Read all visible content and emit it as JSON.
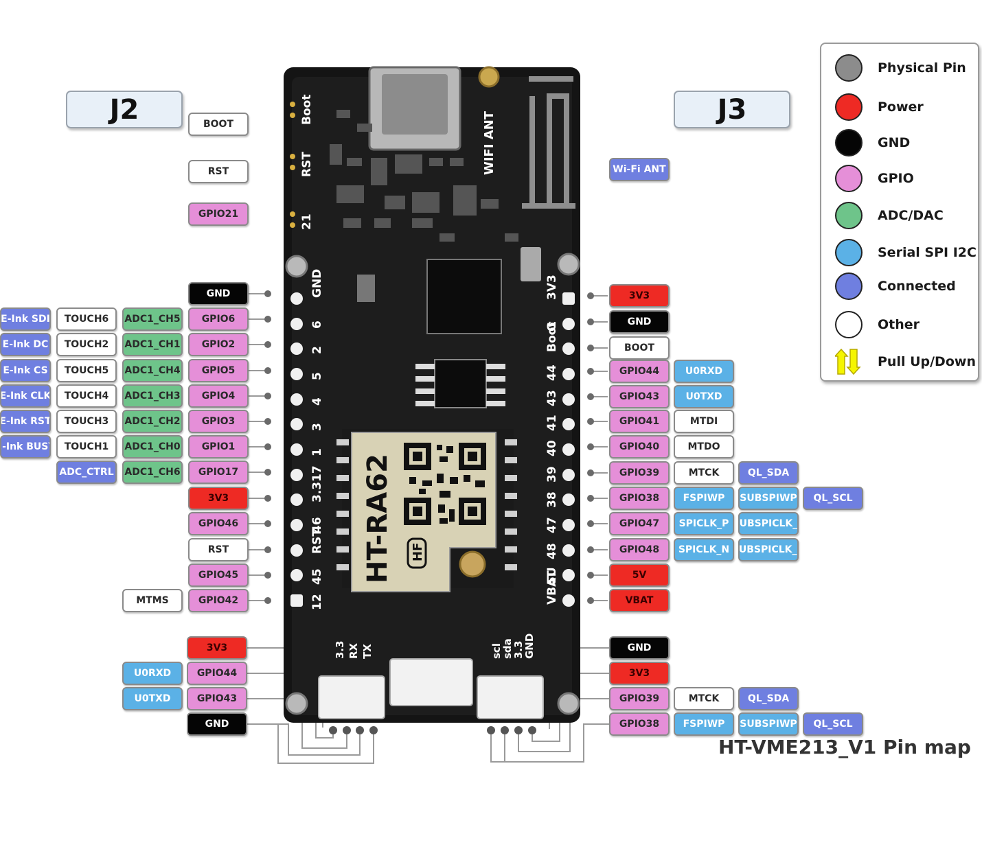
{
  "title": "HT-VME213_V1 Pin map",
  "headers": {
    "left": "J2",
    "right": "J3"
  },
  "colors": {
    "physical": "#8c8c8c",
    "power": "#ee2a24",
    "gnd": "#050505",
    "gpio": "#e58fd8",
    "adc": "#6ec48a",
    "serial": "#5bb1e6",
    "connected": "#6f7fe0",
    "other": "#ffffff",
    "pull": "#f5f500"
  },
  "legend": [
    {
      "key": "physical",
      "label": "Physical Pin"
    },
    {
      "key": "power",
      "label": "Power"
    },
    {
      "key": "gnd",
      "label": "GND"
    },
    {
      "key": "gpio",
      "label": "GPIO"
    },
    {
      "key": "adc",
      "label": "ADC/DAC"
    },
    {
      "key": "serial",
      "label": "Serial SPI I2C"
    },
    {
      "key": "connected",
      "label": "Connected"
    },
    {
      "key": "other",
      "label": "Other"
    },
    {
      "key": "pull",
      "label": "Pull Up/Down",
      "icon": "pull-up-down-arrows-icon"
    }
  ],
  "board": {
    "module_name": "HT-RA62",
    "module_badge": "HF",
    "antenna_label": "WIFI ANT",
    "top_left_silk": [
      "Boot",
      "RST",
      "21"
    ],
    "left_header_silk": [
      "GND",
      "6",
      "2",
      "5",
      "4",
      "3",
      "1",
      "17",
      "3.3",
      "46",
      "RST",
      "45",
      "12"
    ],
    "right_header_silk": [
      "3V3",
      "G",
      "Boot",
      "44",
      "43",
      "41",
      "40",
      "39",
      "38",
      "47",
      "48",
      "5U",
      "VBAT"
    ],
    "bottom_left_connector_silk": [
      "3.3",
      "RX",
      "TX"
    ],
    "bottom_right_connector_silk": [
      "scl",
      "sda",
      "3.3",
      "GND"
    ]
  },
  "top_left_pins": [
    [
      "BOOT"
    ],
    [
      "RST"
    ],
    [
      "GPIO21"
    ]
  ],
  "j2_pins": [
    [
      "GND"
    ],
    [
      "E-Ink SDI",
      "TOUCH6",
      "ADC1_CH5",
      "GPIO6"
    ],
    [
      "E-Ink DC",
      "TOUCH2",
      "ADC1_CH1",
      "GPIO2"
    ],
    [
      "E-Ink CS",
      "TOUCH5",
      "ADC1_CH4",
      "GPIO5"
    ],
    [
      "E-Ink CLK",
      "TOUCH4",
      "ADC1_CH3",
      "GPIO4"
    ],
    [
      "E-Ink RST",
      "TOUCH3",
      "ADC1_CH2",
      "GPIO3"
    ],
    [
      "E-Ink BUSY",
      "TOUCH1",
      "ADC1_CH0",
      "GPIO1"
    ],
    [
      "ADC_CTRL",
      "ADC1_CH6",
      "GPIO17"
    ],
    [
      "3V3"
    ],
    [
      "GPIO46"
    ],
    [
      "RST"
    ],
    [
      "GPIO45"
    ],
    [
      "MTMS",
      "GPIO42"
    ]
  ],
  "j3_top_pins": [
    [
      "Wi-Fi ANT"
    ]
  ],
  "j3_pins": [
    [
      "3V3"
    ],
    [
      "GND"
    ],
    [
      "BOOT"
    ],
    [
      "GPIO44",
      "U0RXD"
    ],
    [
      "GPIO43",
      "U0TXD"
    ],
    [
      "GPIO41",
      "MTDI"
    ],
    [
      "GPIO40",
      "MTDO"
    ],
    [
      "GPIO39",
      "MTCK",
      "QL_SDA"
    ],
    [
      "GPIO38",
      "FSPIWP",
      "SUBSPIWP",
      "QL_SCL"
    ],
    [
      "GPIO47",
      "SPICLK_P",
      "SUBSPICLK_P"
    ],
    [
      "GPIO48",
      "SPICLK_N",
      "SUBSPICLK_N"
    ],
    [
      "5V"
    ],
    [
      "VBAT"
    ]
  ],
  "bottom_left_pins": [
    [
      "3V3"
    ],
    [
      "U0RXD",
      "GPIO44"
    ],
    [
      "U0TXD",
      "GPIO43"
    ],
    [
      "GND"
    ]
  ],
  "bottom_right_pins": [
    [
      "GND"
    ],
    [
      "3V3"
    ],
    [
      "GPIO39",
      "MTCK",
      "QL_SDA"
    ],
    [
      "GPIO38",
      "FSPIWP",
      "SUBSPIWP",
      "QL_SCL"
    ]
  ]
}
